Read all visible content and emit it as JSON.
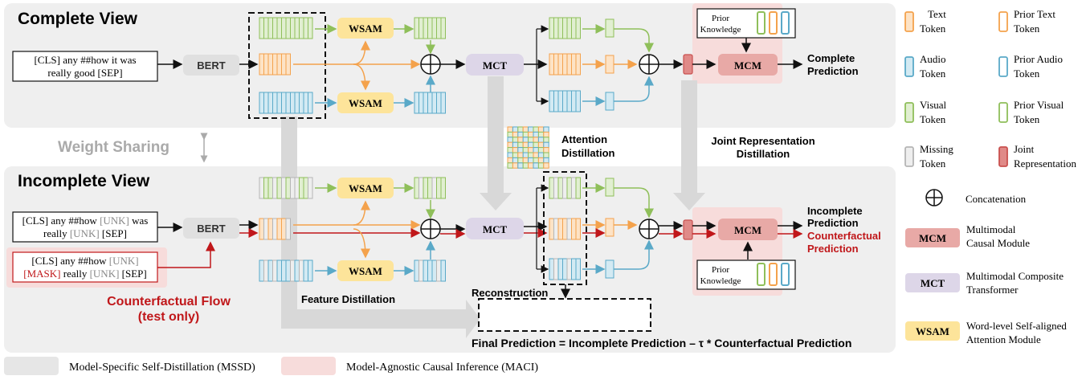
{
  "complete": {
    "title": "Complete View",
    "input_text_line1": "[CLS] any ##how it was",
    "input_text_line2": "really good [SEP]",
    "bert": "BERT",
    "wsam": "WSAM",
    "mct": "MCT",
    "mcm": "MCM",
    "prior": "Prior",
    "knowledge": "Knowledge",
    "prediction_line1": "Complete",
    "prediction_line2": "Prediction"
  },
  "incomplete": {
    "title": "Incomplete View",
    "in1_a": "[CLS] any ##how ",
    "in1_unk1": "[UNK]",
    "in1_b": " was",
    "in1_c": "really ",
    "in1_unk2": "[UNK]",
    "in1_d": " [SEP]",
    "cf_a": "[CLS] any ##how ",
    "cf_unk1": "[UNK]",
    "cf_mask": "[MASK]",
    "cf_b": " really ",
    "cf_unk2": "[UNK]",
    "cf_c": " [SEP]",
    "bert": "BERT",
    "wsam": "WSAM",
    "mct": "MCT",
    "mcm": "MCM",
    "prior": "Prior",
    "knowledge": "Knowledge",
    "pred_line1": "Incomplete",
    "pred_line2": "Prediction",
    "cf_pred_line1": "Counterfactual",
    "cf_pred_line2": "Prediction"
  },
  "labels": {
    "weight_sharing": "Weight Sharing",
    "attention_distillation_1": "Attention",
    "attention_distillation_2": "Distillation",
    "joint_distillation_1": "Joint Representation",
    "joint_distillation_2": "Distillation",
    "counterfactual_flow_1": "Counterfactual Flow",
    "counterfactual_flow_2": "(test only)",
    "feature_distillation": "Feature Distillation",
    "reconstruction": "Reconstruction",
    "final_prediction": "Final Prediction = Incomplete Prediction – τ * Counterfactual Prediction"
  },
  "legend": {
    "text_token_1": "Text",
    "text_token_2": "Token",
    "prior_text_1": "Prior Text",
    "prior_text_2": "Token",
    "audio_token_1": "Audio",
    "audio_token_2": "Token",
    "prior_audio_1": "Prior Audio",
    "prior_audio_2": "Token",
    "visual_token_1": "Visual",
    "visual_token_2": "Token",
    "prior_visual_1": "Prior Visual",
    "prior_visual_2": "Token",
    "missing_token_1": "Missing",
    "missing_token_2": "Token",
    "joint_rep_1": "Joint",
    "joint_rep_2": "Representation",
    "concatenation": "Concatenation",
    "mcm_badge": "MCM",
    "mcm_desc_1": "Multimodal",
    "mcm_desc_2": "Causal Module",
    "mct_badge": "MCT",
    "mct_desc_1": "Multimodal Composite",
    "mct_desc_2": "Transformer",
    "wsam_badge": "WSAM",
    "wsam_desc_1": "Word-level Self-aligned",
    "wsam_desc_2": "Attention Module",
    "mssd": "Model-Specific Self-Distillation (MSSD)",
    "maci": "Model-Agnostic Causal Inference (MACI)"
  },
  "colors": {
    "text": "#f4a24c",
    "audio": "#5aa9c8",
    "visual": "#8fbf5a",
    "missing": "#b5b5b5",
    "joint": "#c9504f",
    "red_flow": "#c0171a",
    "wsam": "#fde49a",
    "mct": "#ddd6e8",
    "mcm": "#e8a9a6",
    "bert": "#e0e0e0",
    "panel": "#efefef",
    "maci": "#f7e0df"
  }
}
